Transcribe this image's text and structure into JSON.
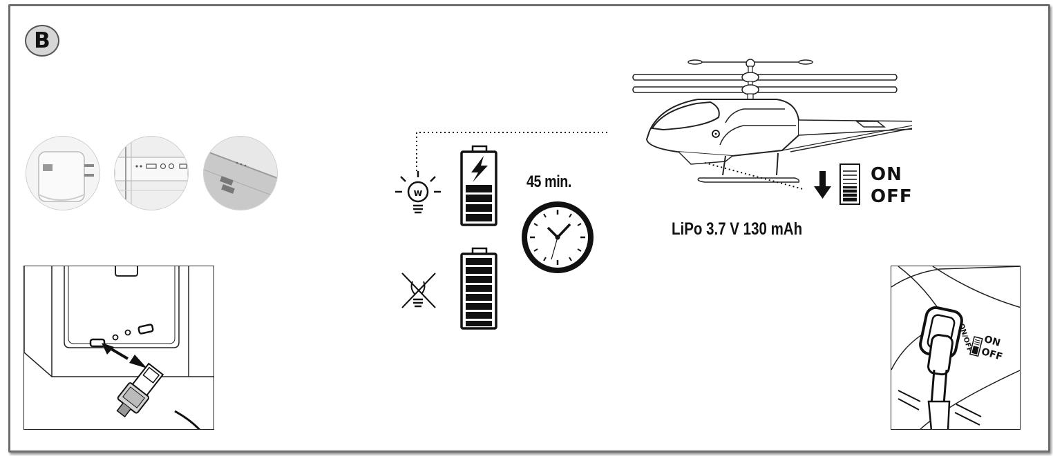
{
  "step_label": "B",
  "charge_time": "45 min.",
  "battery_spec": "LiPo 3.7 V 130 mAh",
  "switch": {
    "on": "ON",
    "off": "OFF"
  },
  "inset_switch": {
    "on": "ON",
    "off": "OFF",
    "side_text": "ON/OFF"
  },
  "charging_sources": [
    "usb-wall-adapter",
    "computer-usb-port",
    "power-bank"
  ],
  "colors": {
    "ink": "#111111",
    "frame": "#6e6e6e",
    "badge": "#d6d6d6"
  }
}
